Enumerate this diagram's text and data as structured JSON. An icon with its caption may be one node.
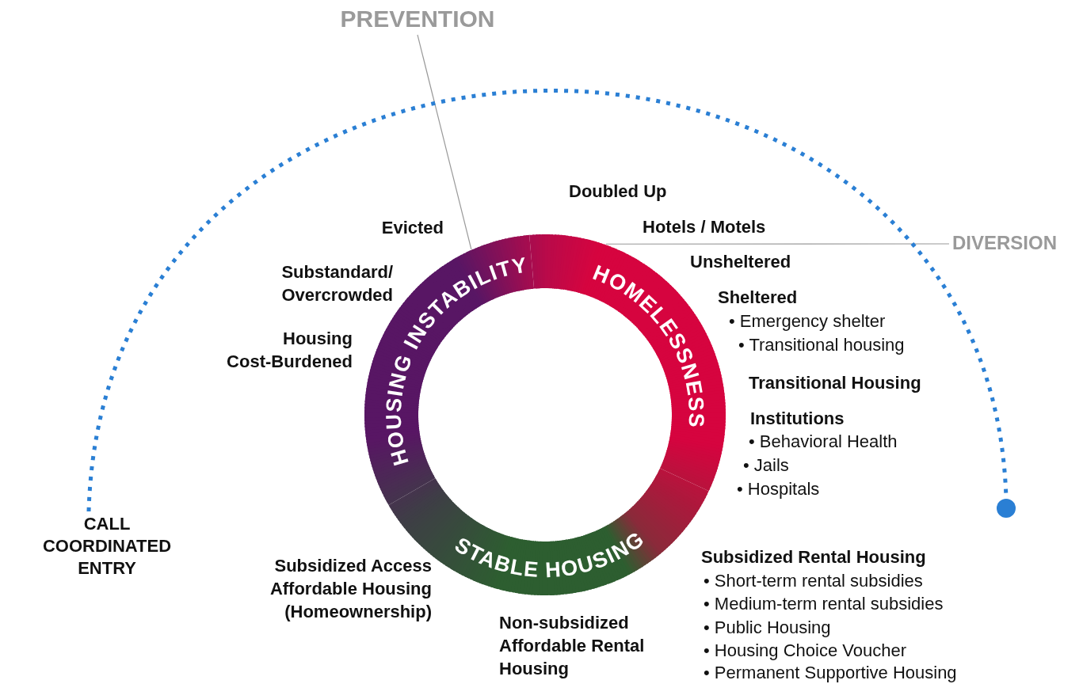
{
  "diagram": {
    "nodes": [
      {
        "text": [
          "PREVENTION"
        ]
      },
      {
        "text": [
          "DIVERSION"
        ]
      },
      {
        "text": [
          "CALL COORDINATED ENTRY"
        ]
      },
      {
        "text": [],
        "shape": "circle"
      },
      {
        "text": [
          "HOUSING INSTABILITY"
        ]
      },
      {
        "text": [
          "HOMELESSNESS"
        ]
      },
      {
        "text": [
          "STABLE HOUSING"
        ]
      }
    ],
    "edges": [
      {
        "from": 0,
        "to": 4,
        "arrow": "none"
      },
      {
        "from": 1,
        "to": 5,
        "arrow": "none"
      },
      {
        "from": 2,
        "to": 3,
        "arrow": "none",
        "style": "dashed",
        "color": "#2a7fd4"
      }
    ],
    "labels": [
      "Doubled Up",
      "Evicted",
      "Hotels / Motels",
      "Substandard/ Overcrowded",
      "Unsheltered",
      "Sheltered",
      "• Emergency shelter",
      "Housing Cost-Burdened",
      "• Transitional housing",
      "Transitional Housing",
      "Institutions",
      "• Behavioral Health",
      "• Jails",
      "• Hospitals",
      "Subsidized Rental Housing",
      "• Short-term rental subsidies",
      "Subsidized Access Affordable Housing (Homeownership)",
      "• Medium-term rental subsidies",
      "Non-subsidized Affordable Rental Housing",
      "• Public Housing",
      "• Housing Choice Voucher",
      "• Permanent Supportive Housing"
    ]
  }
}
